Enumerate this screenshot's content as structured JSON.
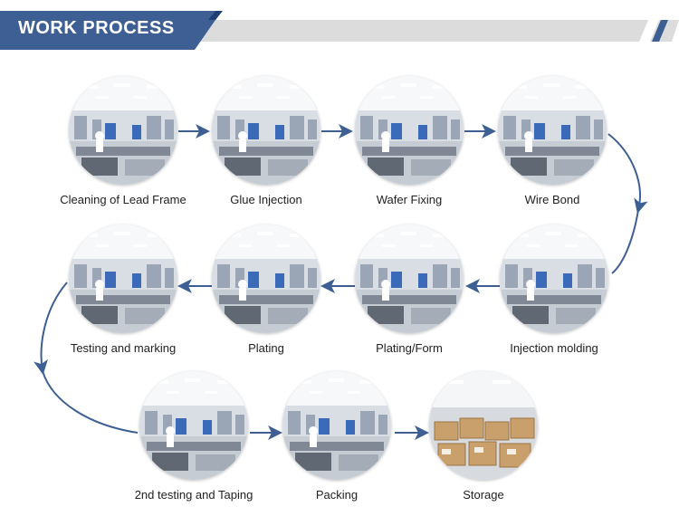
{
  "header": {
    "title": "WORK PROCESS"
  },
  "colors": {
    "accent": "#3d5f94",
    "band": "#dcdcdc",
    "stripe": "#1f3f73"
  },
  "steps": [
    {
      "label": "Cleaning of Lead Frame",
      "icon": "factory-photo-icon"
    },
    {
      "label": "Glue Injection",
      "icon": "factory-photo-icon"
    },
    {
      "label": "Wafer Fixing",
      "icon": "factory-photo-icon"
    },
    {
      "label": "Wire Bond",
      "icon": "factory-photo-icon"
    },
    {
      "label": "Injection molding",
      "icon": "factory-photo-icon"
    },
    {
      "label": "Plating/Form",
      "icon": "factory-photo-icon"
    },
    {
      "label": "Plating",
      "icon": "factory-photo-icon"
    },
    {
      "label": "Testing and marking",
      "icon": "factory-photo-icon"
    },
    {
      "label": "2nd testing and Taping",
      "icon": "factory-photo-icon"
    },
    {
      "label": "Packing",
      "icon": "factory-photo-icon"
    },
    {
      "label": "Storage",
      "icon": "warehouse-photo-icon"
    }
  ]
}
